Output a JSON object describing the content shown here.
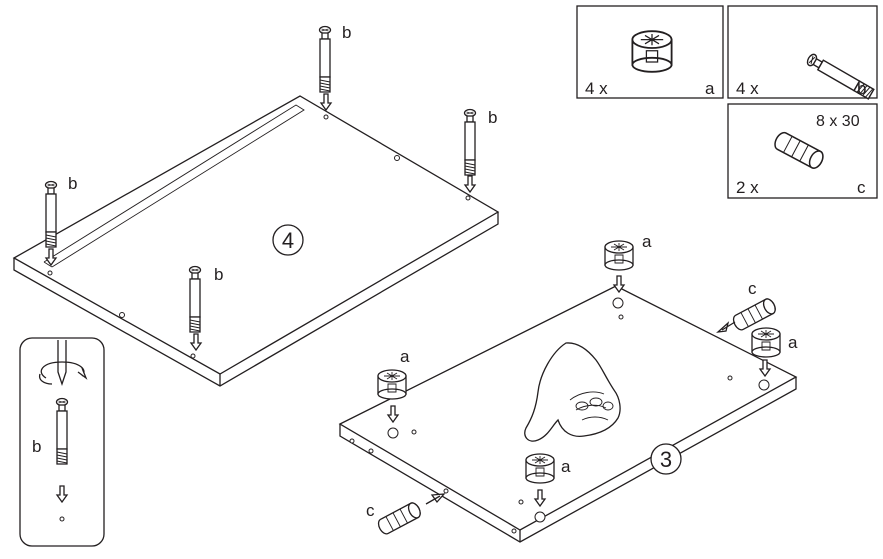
{
  "parts_legend": [
    {
      "id": "a",
      "quantity": "4 x",
      "letter": "a",
      "icon": "cam-lock-fitting-icon"
    },
    {
      "id": "b",
      "quantity": "4 x",
      "letter": "b",
      "icon": "connector-bolt-icon"
    },
    {
      "id": "c",
      "quantity": "2 x",
      "letter": "c",
      "size": "8 x 30",
      "icon": "wood-dowel-icon"
    }
  ],
  "steps": [
    {
      "number": "4",
      "label_b": "b"
    },
    {
      "number": "3",
      "label_a": "a",
      "label_c": "c"
    }
  ],
  "detail": {
    "label": "b"
  },
  "colors": {
    "line": "#231f20",
    "background": "#ffffff"
  }
}
